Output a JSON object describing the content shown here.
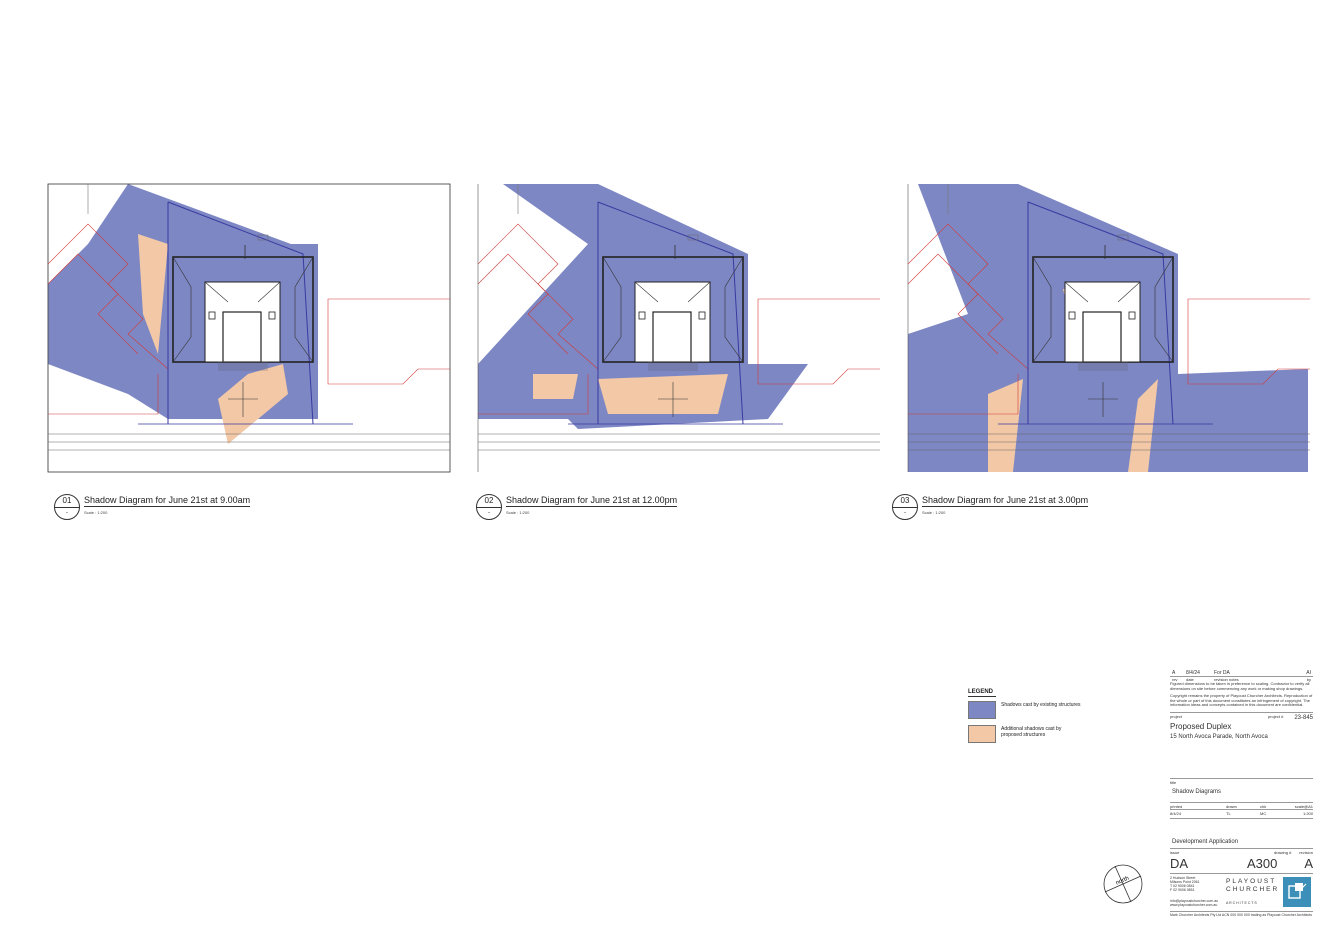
{
  "views": [
    {
      "number": "01",
      "sub": "-",
      "title": "Shadow Diagram for June 21st at 9.00am",
      "scale": "Scale : 1:200"
    },
    {
      "number": "02",
      "sub": "-",
      "title": "Shadow Diagram for June 21st at 12.00pm",
      "scale": "Scale : 1:200"
    },
    {
      "number": "03",
      "sub": "-",
      "title": "Shadow Diagram for June 21st at 3.00pm",
      "scale": "Scale : 1:200"
    }
  ],
  "legend": {
    "title": "LEGEND",
    "items": [
      {
        "label": "Shadows cast by existing structures",
        "color": "#7d87c4"
      },
      {
        "label": "Additional shadows cast by proposed structures",
        "color": "#f2c8a6"
      }
    ]
  },
  "north_label": "north",
  "title_block": {
    "rev_row": {
      "rev": "A",
      "date": "8/4/24",
      "desc": "For DA",
      "by": "AI"
    },
    "rev_header": {
      "rev": "rev",
      "date": "date",
      "desc": "revision notes",
      "by": "by"
    },
    "note1": "Figured dimensions to be taken in preference to scaling. Contractor to verify all dimensions on site before commencing any work or making shop drawings.",
    "note2": "Copyright remains the property of Playoust Churcher Architects. Reproduction of the whole or part of this document constitutes an infringement of copyright. The information ideas and concepts contained in this document are confidential.",
    "project_label": "project",
    "project_no_label": "project #",
    "project_no": "23-845",
    "project_name": "Proposed Duplex",
    "address": "15 North Avoca Parade, North Avoca",
    "drawing_label": "title",
    "drawing_title": "Shadow Diagrams",
    "meta_headers": [
      "printed",
      "drawn",
      "chk",
      "scale@A1"
    ],
    "meta_values": [
      "8/4/24",
      "TL",
      "MC",
      "1:200"
    ],
    "status": "Development Application",
    "issue_label": "issue",
    "drawing_no_label": "drawing #",
    "rev_label": "revision",
    "issue": "DA",
    "drawing_no": "A300",
    "revision": "A",
    "firm_line1": "PLAYOUST",
    "firm_line2": "CHURCHER",
    "firm_line3": "A R C H I T E C T S",
    "office": [
      "2 Hudson Street",
      "Milsons Point 2061",
      "T  02 9006 0841",
      "F  02 9006 0851"
    ],
    "emails": [
      "info@playoustchurcher.com.au",
      "www.playoustchurcher.com.au"
    ],
    "footer": "Mark Churcher Architects Pty Ltd ACN 000 000 000 trading as Playoust Churcher Architects"
  }
}
